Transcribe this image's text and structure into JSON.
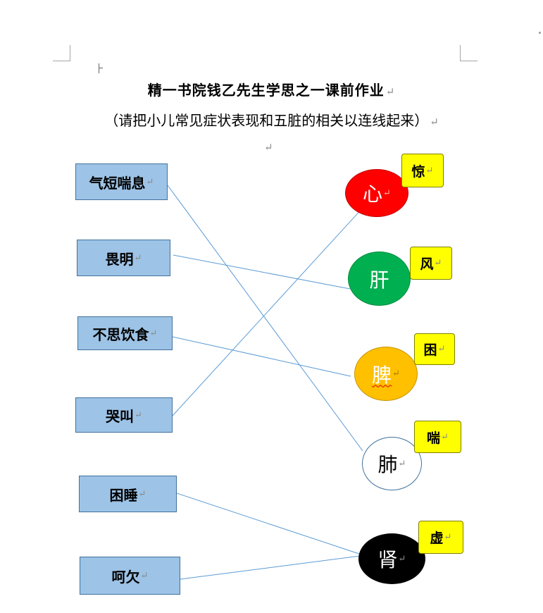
{
  "title": "精一书院钱乙先生学思之一课前作业",
  "subtitle": "（请把小儿常见症状表现和五脏的相关以连线起来）",
  "para_mark": "↵",
  "symptoms": [
    {
      "label": "气短喘息"
    },
    {
      "label": "畏明"
    },
    {
      "label": "不思饮食"
    },
    {
      "label": "哭叫"
    },
    {
      "label": "困睡"
    },
    {
      "label": "呵欠"
    }
  ],
  "organs": [
    {
      "label": "心",
      "fill": "#ff0000",
      "text_color": "#ffffff"
    },
    {
      "label": "肝",
      "fill": "#00b050",
      "text_color": "#ffffff"
    },
    {
      "label": "脾",
      "fill": "#ffc000",
      "text_color": "#ffffff"
    },
    {
      "label": "肺",
      "fill": "#ffffff",
      "text_color": "#000000"
    },
    {
      "label": "肾",
      "fill": "#000000",
      "text_color": "#ffffff"
    }
  ],
  "tags": [
    {
      "label": "惊"
    },
    {
      "label": "风"
    },
    {
      "label": "困"
    },
    {
      "label": "喘"
    },
    {
      "label": "虚"
    }
  ],
  "connections": [
    {
      "from": "气短喘息",
      "to": "肺"
    },
    {
      "from": "畏明",
      "to": "肝"
    },
    {
      "from": "不思饮食",
      "to": "脾"
    },
    {
      "from": "哭叫",
      "to": "心"
    },
    {
      "from": "困睡",
      "to": "肾"
    },
    {
      "from": "呵欠",
      "to": "肾"
    }
  ],
  "colors": {
    "box_fill": "#9dc3e6",
    "box_border": "#41719c",
    "tag_fill": "#ffff00",
    "line": "#5b9bd5"
  }
}
